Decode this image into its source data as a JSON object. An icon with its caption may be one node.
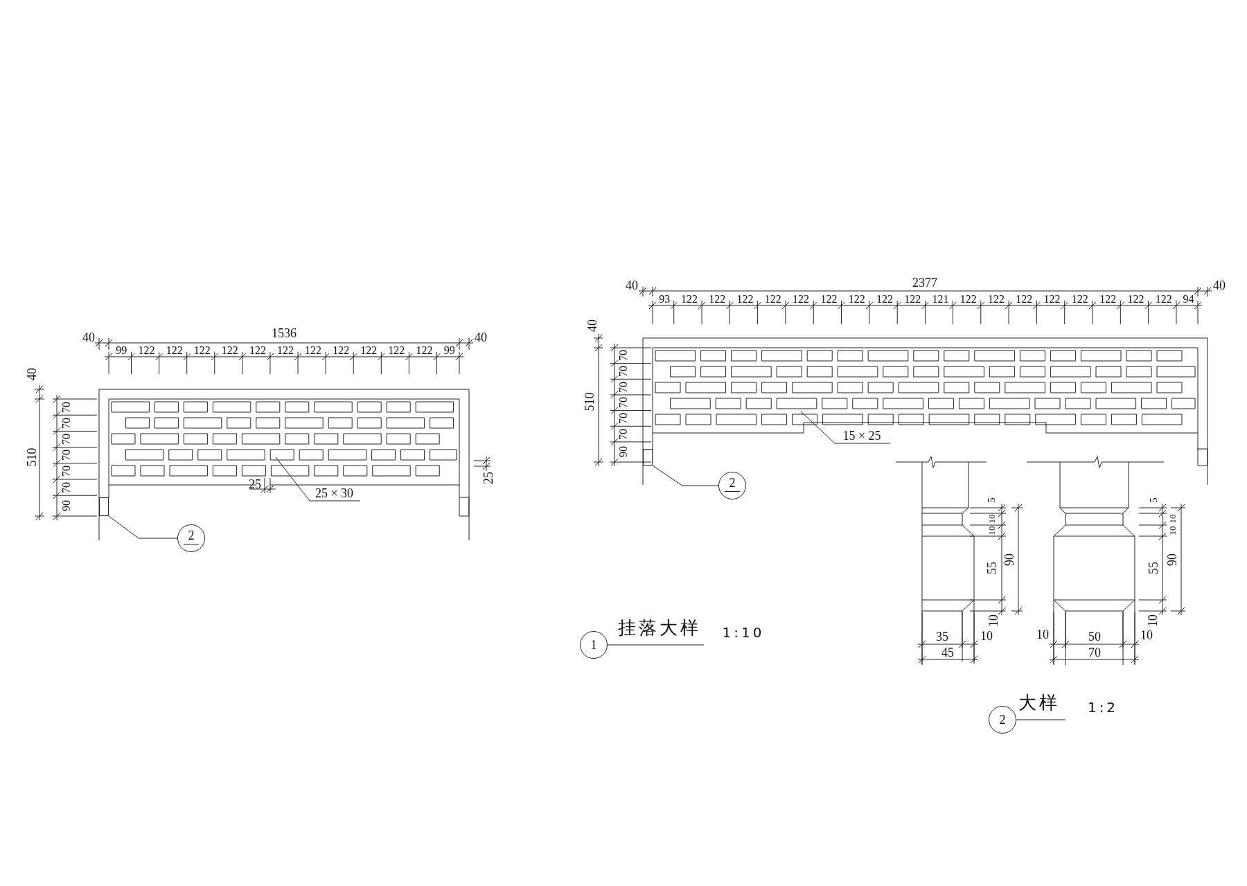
{
  "diagram": {
    "nodes": [
      {
        "text": [
          "25 × 30"
        ]
      },
      {
        "text": [
          "2"
        ]
      },
      {
        "text": [
          "15 × 25"
        ]
      },
      {
        "text": [
          "2"
        ]
      },
      {
        "text": [
          "1"
        ],
        "beside": [
          "挂落大样",
          "1:10"
        ]
      },
      {
        "text": [
          "2"
        ],
        "beside": [
          "大样",
          "1:2"
        ]
      },
      {
        "text": [],
        "shape": "box"
      },
      {
        "text": [],
        "shape": "box"
      }
    ],
    "edges": [
      {
        "from": 0,
        "to": null,
        "arrow": "none"
      },
      {
        "from": 1,
        "to": 6,
        "arrow": "none"
      },
      {
        "from": 2,
        "to": null,
        "arrow": "none"
      },
      {
        "from": 3,
        "to": 7,
        "arrow": "none"
      }
    ],
    "labels": [
      "40",
      "1536",
      "40",
      "99",
      "122",
      "122",
      "122",
      "122",
      "122",
      "122",
      "122",
      "122",
      "122",
      "122",
      "122",
      "99",
      "40",
      "510",
      "90",
      "70",
      "70",
      "70",
      "70",
      "70",
      "70",
      "25",
      "25",
      "40",
      "2377",
      "40",
      "93",
      "122",
      "122",
      "122",
      "122",
      "122",
      "122",
      "122",
      "122",
      "122",
      "121",
      "122",
      "122",
      "122",
      "122",
      "122",
      "122",
      "122",
      "122",
      "94",
      "40",
      "510",
      "90",
      "70",
      "70",
      "70",
      "70",
      "70",
      "70",
      "5",
      "10",
      "10",
      "55",
      "90",
      "10",
      "35",
      "10",
      "45",
      "5",
      "10",
      "10",
      "55",
      "90",
      "10",
      "10",
      "50",
      "10",
      "70"
    ]
  }
}
